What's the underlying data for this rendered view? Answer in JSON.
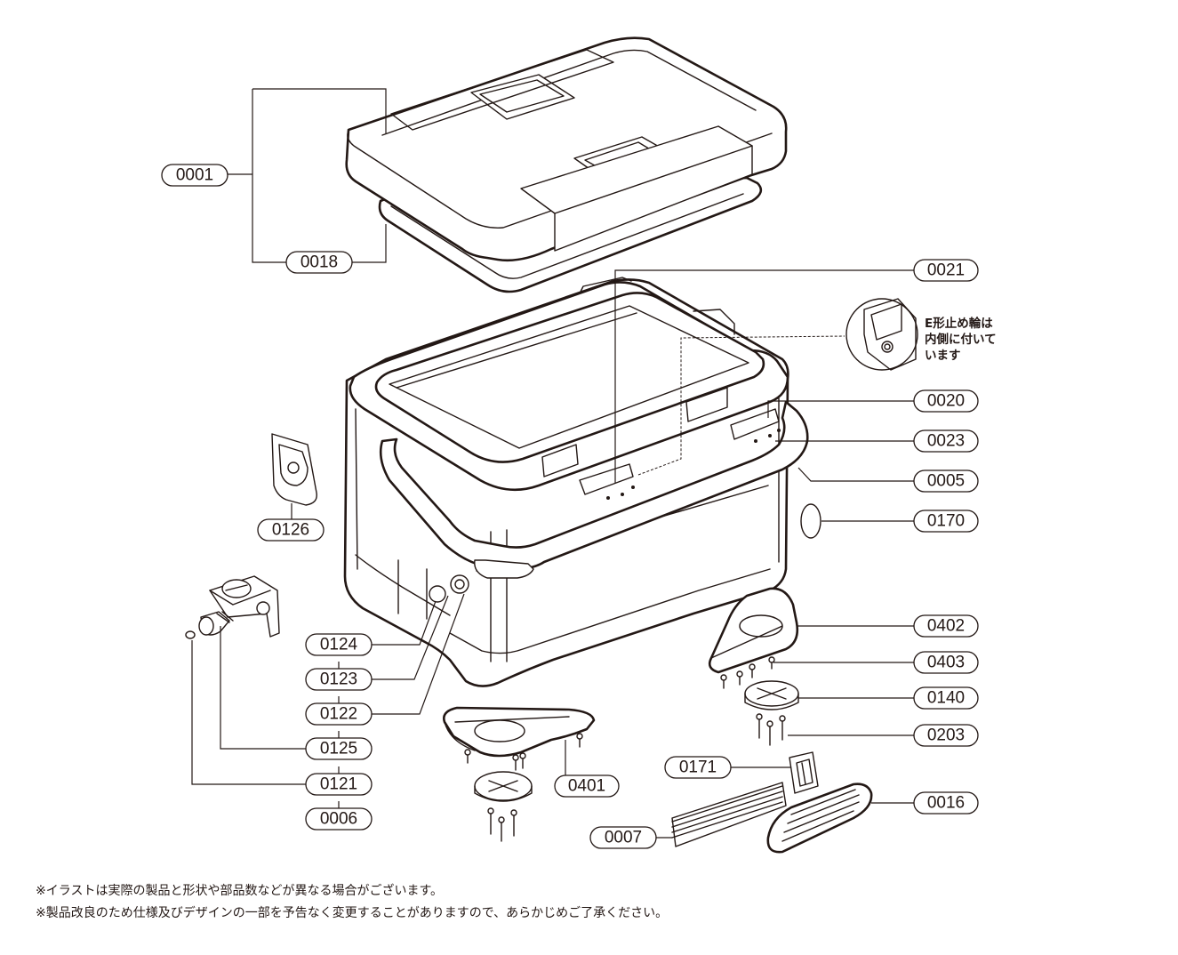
{
  "parts": [
    {
      "code": "0001"
    },
    {
      "code": "0018"
    },
    {
      "code": "0021"
    },
    {
      "code": "0020"
    },
    {
      "code": "0023"
    },
    {
      "code": "0005"
    },
    {
      "code": "0170"
    },
    {
      "code": "0126"
    },
    {
      "code": "0124"
    },
    {
      "code": "0123"
    },
    {
      "code": "0122"
    },
    {
      "code": "0125"
    },
    {
      "code": "0121"
    },
    {
      "code": "0006"
    },
    {
      "code": "0401"
    },
    {
      "code": "0402"
    },
    {
      "code": "0403"
    },
    {
      "code": "0140"
    },
    {
      "code": "0203"
    },
    {
      "code": "0171"
    },
    {
      "code": "0016"
    },
    {
      "code": "0007"
    }
  ],
  "callout": {
    "lines": [
      "E形止め輪は",
      "内側に付いて",
      "います"
    ]
  },
  "notes": {
    "line1": "※イラストは実際の製品と形状や部品数などが異なる場合がございます。",
    "line2": "※製品改良のため仕様及びデザインの一部を予告なく変更することがありますので、あらかじめご了承ください。"
  },
  "colors": {
    "line": "#231815",
    "background": "#ffffff"
  }
}
